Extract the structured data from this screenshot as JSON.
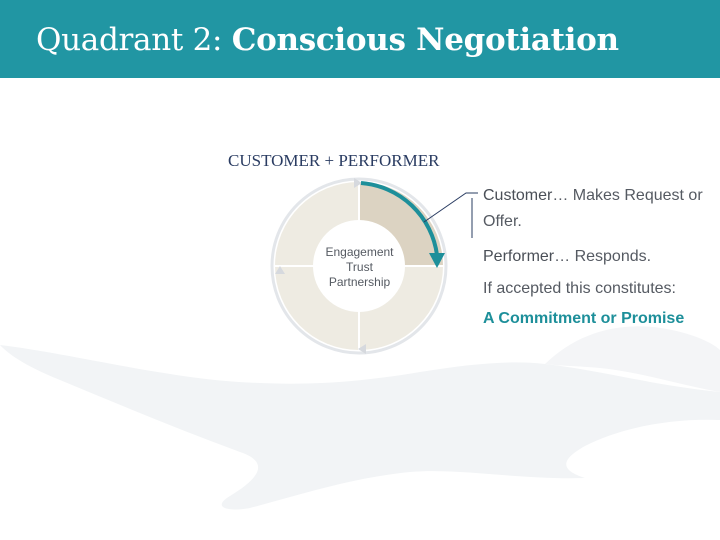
{
  "slide": {
    "title_prefix": "Quadrant 2: ",
    "title_bold": "Conscious Negotiation",
    "subtitle": "CUSTOMER + PERFORMER"
  },
  "diagram": {
    "center_lines": [
      "Engagement",
      "Trust",
      "Partnership"
    ]
  },
  "panel": {
    "customer_lead": "Customer",
    "customer_text": "… Makes Request or Offer.",
    "performer_lead": "Performer",
    "performer_text": "… Responds.",
    "accepted_text": "If accepted this constitutes:",
    "commitment_text": "A Commitment or Promise"
  },
  "colors": {
    "header": "#2196a3",
    "accent": "#1d8f9a",
    "quadrant_active": "#dcd3c2",
    "quadrant": "#eeebe2"
  }
}
